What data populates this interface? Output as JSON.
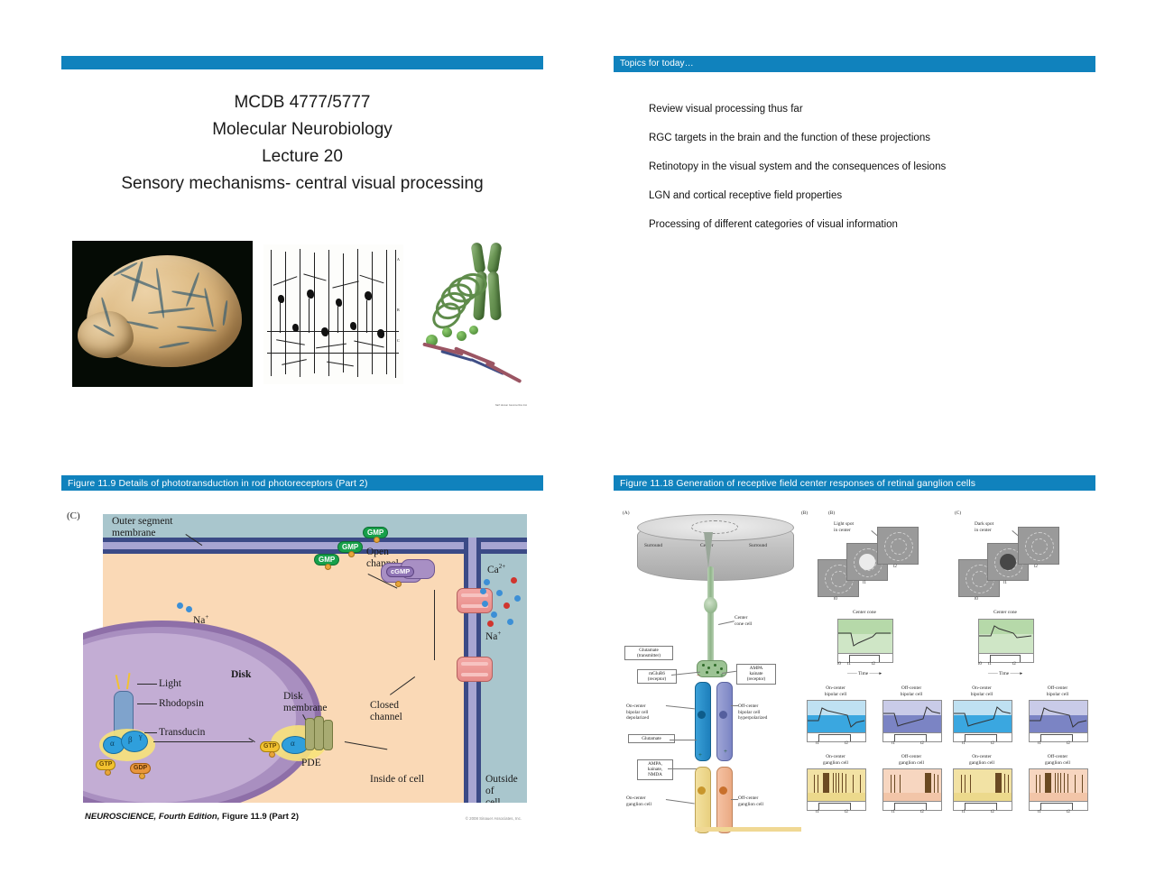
{
  "slide_title": {
    "header_bar_color": "#1082bd",
    "lines": [
      "MCDB 4777/5777",
      "Molecular Neurobiology",
      "Lecture 20",
      "Sensory mechanisms- central visual processing"
    ],
    "images": [
      {
        "name": "human-brain-photograph"
      },
      {
        "name": "cajal-cortex-drawing"
      },
      {
        "name": "chromosome-dna-diagram"
      }
    ]
  },
  "slide_topics": {
    "header": "Topics for today…",
    "bullets": [
      "Review visual processing thus far",
      "RGC targets in the brain and the function of these projections",
      "Retinotopy in the visual system and the consequences of lesions",
      "LGN and cortical receptive field properties",
      "Processing of different categories of visual information"
    ]
  },
  "slide_fig_11_9": {
    "header": "Figure 11.9  Details of phototransduction in rod photoreceptors (Part 2)",
    "panel_letter": "(C)",
    "labels": {
      "outer_segment": "Outer segment\nmembrane",
      "outer_segment_l1": "Outer segment",
      "outer_segment_l2": "membrane",
      "open_channel_l1": "Open",
      "open_channel_l2": "channel",
      "closed_channel_l1": "Closed",
      "closed_channel_l2": "channel",
      "calcium": "Ca2+",
      "sodium_in": "Na+",
      "sodium_out": "Na+",
      "light": "Light",
      "rhodopsin": "Rhodopsin",
      "transducin": "Transducin",
      "disk": "Disk",
      "disk_membrane_l1": "Disk",
      "disk_membrane_l2": "membrane",
      "pde": "PDE",
      "inside_of_cell": "Inside of cell",
      "outside_of_cell_l1": "Outside of",
      "outside_of_cell_l2": "cell",
      "gmp": "GMP",
      "cgmp": "cGMP",
      "gtp": "GTP",
      "gdp": "GDP",
      "alpha": "α",
      "beta": "β",
      "gamma": "γ"
    },
    "credit_book": "NEUROSCIENCE, Fourth Edition,",
    "credit_fig": " Figure 11.9 (Part 2)",
    "copyright": "© 2008 Sinauer Associates, Inc."
  },
  "slide_fig_11_18": {
    "header": "Figure 11.18  Generation of receptive field center responses of retinal ganglion cells",
    "panels": [
      "(A)",
      "(B)",
      "(C)"
    ],
    "panel_a": {
      "surround_left": "Surround",
      "center": "Center",
      "surround_right": "Surround",
      "center_cone_cell_l1": "Center",
      "center_cone_cell_l2": "cone cell",
      "glutamate_transmitter_l1": "Glutamate",
      "glutamate_transmitter_l2": "(transmitter)",
      "mglur6_l1": "mGluR6",
      "mglur6_l2": "(receptor)",
      "ampa_kainate_l1": "AMPA",
      "ampa_kainate_l2": "kainate",
      "ampa_kainate_l3": "(receptor)",
      "on_bipolar_l1": "On-center",
      "on_bipolar_l2": "bipolar cell",
      "on_bipolar_l3": "depolarized",
      "off_bipolar_l1": "Off-center",
      "off_bipolar_l2": "bipolar cell",
      "off_bipolar_l3": "hyperpolarized",
      "glutamate": "Glutamate",
      "ampa_kainate_nmda_l1": "AMPA,",
      "ampa_kainate_nmda_l2": "kainate,",
      "ampa_kainate_nmda_l3": "NMDA",
      "on_ganglion_l1": "On-center",
      "on_ganglion_l2": "ganglion cell",
      "off_ganglion_l1": "Off-center",
      "off_ganglion_l2": "ganglion cell",
      "minus": "−",
      "plus": "+"
    },
    "panel_b": {
      "stimulus_l1": "Light spot",
      "stimulus_l2": "in center",
      "t0": "t0",
      "t1": "t1",
      "t2": "t2",
      "center_cone": "Center cone",
      "time_axis": "Time",
      "on_bipolar_l1": "On-center",
      "on_bipolar_l2": "bipolar cell",
      "off_bipolar_l1": "Off-center",
      "off_bipolar_l2": "bipolar cell",
      "on_ganglion_l1": "On-center",
      "on_ganglion_l2": "ganglion cell",
      "off_ganglion_l1": "Off-center",
      "off_ganglion_l2": "ganglion cell"
    },
    "panel_c": {
      "stimulus_l1": "Dark spot",
      "stimulus_l2": "in center",
      "t0": "t0",
      "t1": "t1",
      "t2": "t2",
      "center_cone": "Center cone",
      "time_axis": "Time",
      "on_bipolar_l1": "On-center",
      "on_bipolar_l2": "bipolar cell",
      "off_bipolar_l1": "Off-center",
      "off_bipolar_l2": "bipolar cell",
      "on_ganglion_l1": "On-center",
      "on_ganglion_l2": "ganglion cell",
      "off_ganglion_l1": "Off-center",
      "off_ganglion_l2": "ganglion cell"
    }
  }
}
